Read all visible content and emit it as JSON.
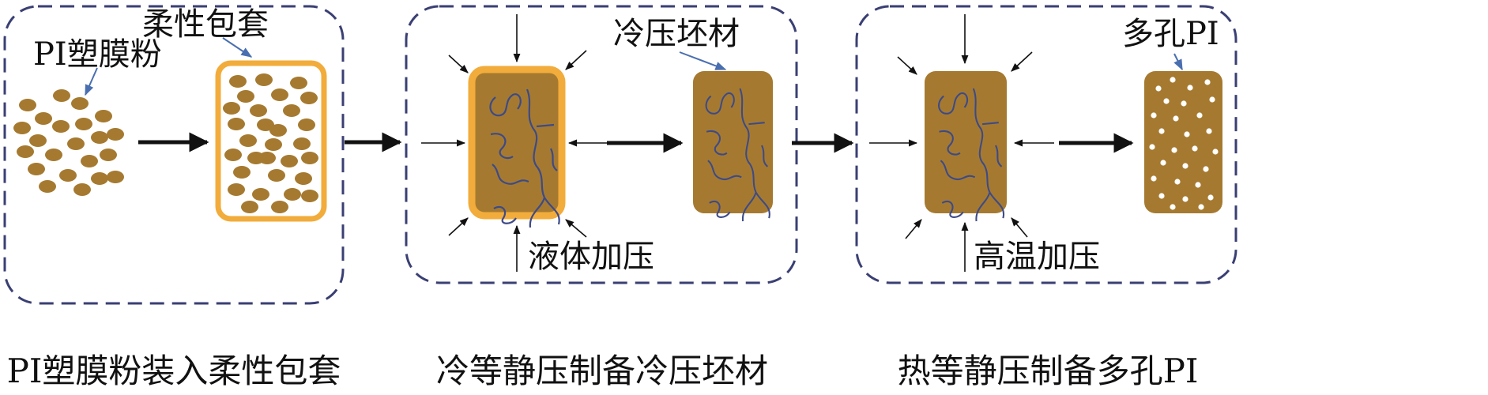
{
  "panels": [
    {
      "caption": "PI塑膜粉装入柔性包套",
      "callouts": [
        "PI塑膜粉",
        "柔性包套"
      ]
    },
    {
      "caption": "冷等静压制备冷压坯材",
      "callouts": [
        "冷压坯材",
        "液体加压"
      ]
    },
    {
      "caption": "热等静压制备多孔PI",
      "callouts": [
        "多孔PI",
        "高温加压"
      ]
    }
  ],
  "colors": {
    "panel_border": "#3a3f73",
    "powder": "#a57a30",
    "powder_dark": "#8a6426",
    "sheath": "#f2ac3b",
    "billet": "#a57a30",
    "crack": "#3d4a88",
    "pore": "#ffffff",
    "callout_line": "#4a6fb0",
    "arrow": "#111111"
  }
}
